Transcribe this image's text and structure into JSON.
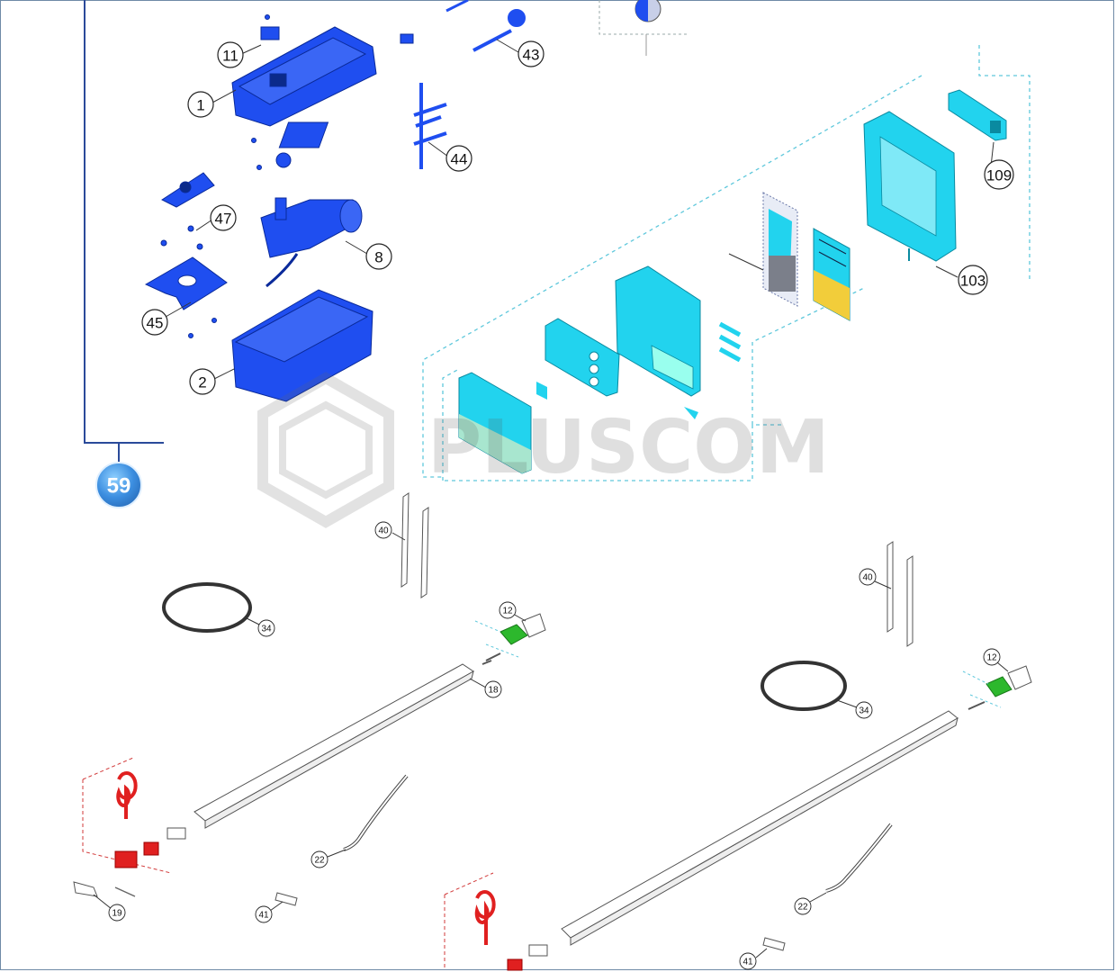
{
  "watermark": {
    "text": "PLUSCOM"
  },
  "badge": {
    "label": "59",
    "color": "#4a9be0"
  },
  "colors": {
    "blue_parts": "#1f4ef0",
    "cyan_parts": "#22d3ee",
    "green_parts": "#2db82d",
    "red_parts": "#e02020",
    "yellow_board": "#f2cd3a",
    "dashed_cyan": "#5fc8dc",
    "dashed_red": "#d23a3a"
  },
  "callouts": {
    "c11": "11",
    "c1": "1",
    "c43": "43",
    "c44": "44",
    "c47": "47",
    "c8": "8",
    "c45": "45",
    "c2": "2",
    "c109": "109",
    "c103": "103",
    "c40a": "40",
    "c34a": "34",
    "c12a": "12",
    "c18": "18",
    "c22a": "22",
    "c19": "19",
    "c41a": "41",
    "c40b": "40",
    "c34b": "34",
    "c12b": "12",
    "c22b": "22",
    "c41b": "41"
  }
}
